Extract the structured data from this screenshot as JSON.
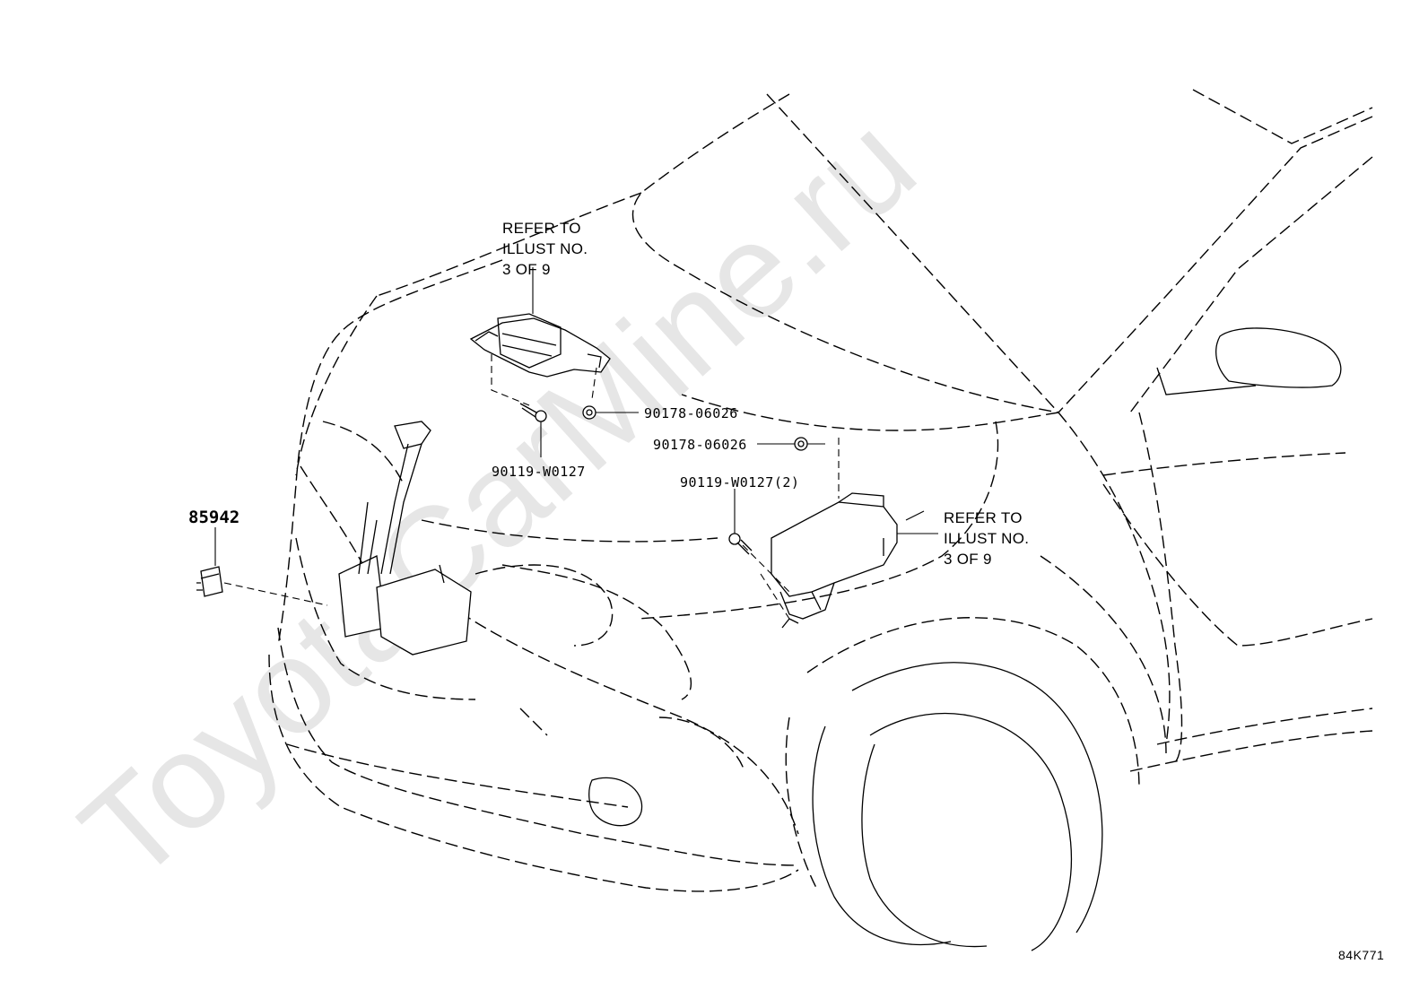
{
  "watermark": "ToyotaCarMine.ru",
  "callouts": {
    "refer_top": [
      "REFER TO",
      "ILLUST NO.",
      "3 OF 9"
    ],
    "refer_right": [
      "REFER TO",
      "ILLUST NO.",
      "3 OF 9"
    ],
    "pn_nut_top": "90178-06026",
    "pn_bolt_top": "90119-W0127",
    "pn_nut_mid": "90178-06026",
    "pn_bolt_mid": "90119-W0127(2)",
    "pn_sensor": "85942"
  },
  "illustration_code": "84K771"
}
